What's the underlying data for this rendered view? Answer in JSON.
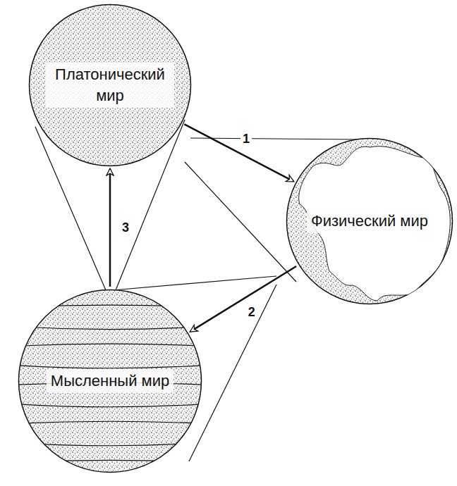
{
  "diagram": {
    "nodes": [
      {
        "text": [
          "Платонический мир"
        ]
      },
      {
        "text": [
          "Физический мир"
        ]
      },
      {
        "text": [
          "Мысленный мир"
        ]
      }
    ],
    "edges": [
      {
        "from": 0,
        "to": 1,
        "arrow": "to",
        "label": "1"
      },
      {
        "from": 1,
        "to": 2,
        "arrow": "to",
        "label": "2"
      },
      {
        "from": 2,
        "to": 0,
        "arrow": "to",
        "label": "3"
      }
    ]
  }
}
